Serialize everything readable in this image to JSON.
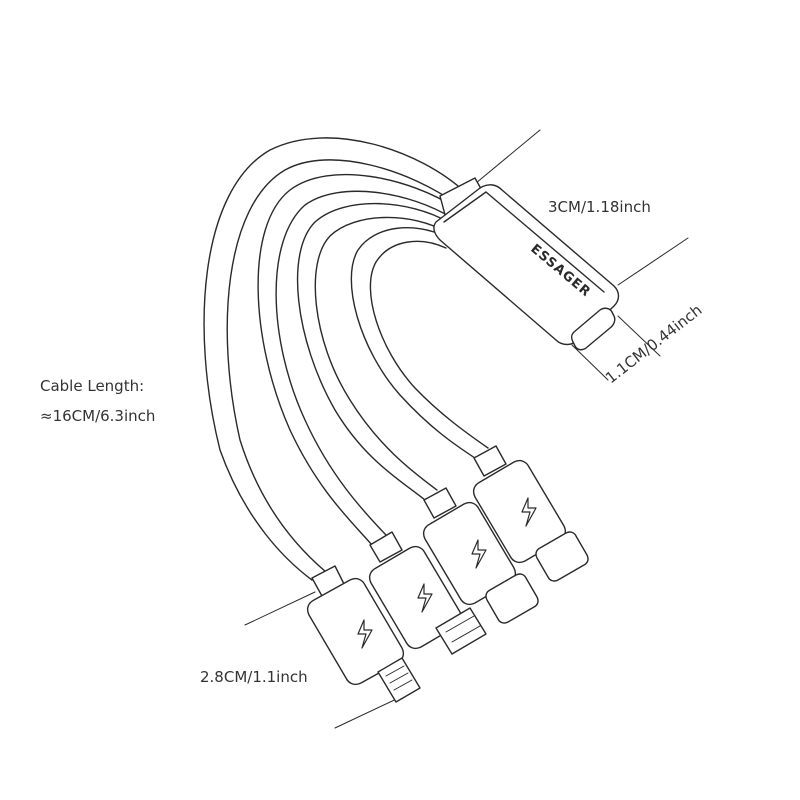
{
  "brand": "ESSAGER",
  "labels": {
    "hub_length": "3CM/1.18inch",
    "hub_width": "1.1CM/0.44inch",
    "cable_length_title": "Cable Length:",
    "cable_length_value": "≈16CM/6.3inch",
    "plug_length": "2.8CM/1.1inch"
  },
  "icons": {
    "plug_icon": "lightning-bolt-icon"
  },
  "colors": {
    "line": "#2a2a2a",
    "text": "#333333",
    "background": "#ffffff"
  }
}
